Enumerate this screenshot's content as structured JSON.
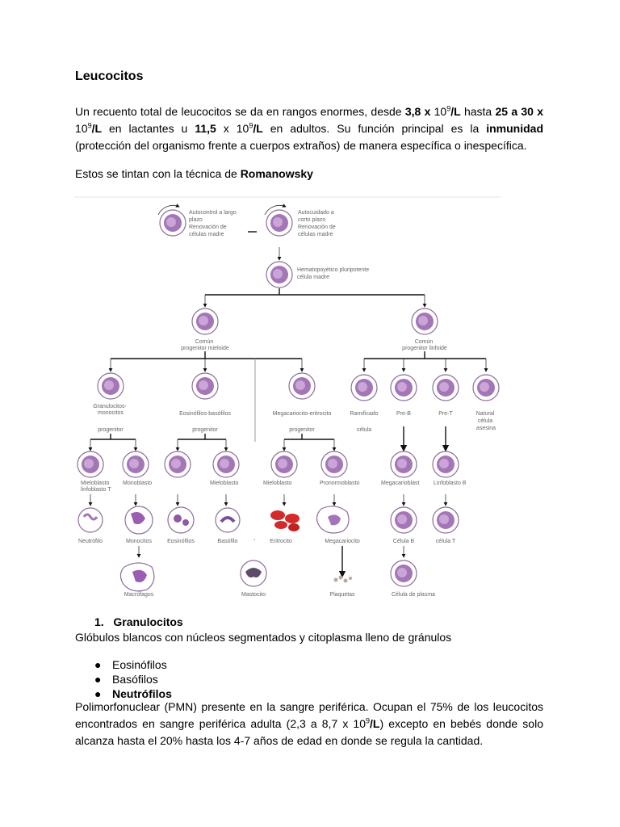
{
  "title": "Leucocitos",
  "intro": {
    "t1": "Un recuento total de leucocitos se da en rangos enormes, desde ",
    "b1": "3,8 x",
    "t2": " 10",
    "sup1": "9",
    "b2": "/L",
    "t3": " hasta ",
    "b3": "25 a 30 x",
    "t4": " 10",
    "sup2": "9",
    "b4": "/L",
    "t5": " en lactantes u ",
    "b5": "11,5",
    "t6": " x 10",
    "sup3": "9",
    "b6": "/L",
    "t7": " en adultos. Su función principal es la ",
    "b7": "inmunidad",
    "t8": " (protección del organismo frente a cuerpos extraños) de manera específica o inespecífica."
  },
  "stain": {
    "t1": "Estos se tintan con la técnica de ",
    "b1": "Romanowsky"
  },
  "diagram": {
    "top_left": [
      "Autocontrol a largo",
      "plazo",
      "Renovación de",
      "células madre"
    ],
    "top_right": [
      "Autocuidado a",
      "corto plazo",
      "Renovación de",
      "células madre"
    ],
    "hsc": [
      "Hematopoyético pluripotente",
      "célula madre"
    ],
    "myeloid": [
      "Común",
      "progenitor mieloide"
    ],
    "lymphoid": [
      "Común",
      "progenitor linfoide"
    ],
    "gm": [
      "Granulocitos-",
      "monocitos"
    ],
    "eb": "Eosinófilos-basófilos",
    "me": "Megacariocito-eritrocito",
    "progenitor": "progenitor",
    "ramificado": "Ramificado",
    "celula": "célula",
    "preb": "Pre-B",
    "pret": "Pre-T",
    "nk": [
      "Natural",
      "célula",
      "asesina"
    ],
    "mielo_lin": [
      "Mieloblasto",
      "linfoblasto T"
    ],
    "monoblasto": "Monoblasto",
    "mieloblasto": "Mieloblasto",
    "mieloblasto2": "Mieloblasto",
    "pronormoblasto": "Pronormoblasto",
    "megacarioblast": "Megacarioblast",
    "linfoblasto_b": "Linfoblasto B",
    "neutrofilo": "Neutrófilo",
    "monocitos": "Monocitos",
    "eosinofilos": "Eosinófilos",
    "basofilo": "Basófilo",
    "eritrocito": "Eritrocito",
    "megacariocito": "Megacariocito",
    "celula_b": "Célula B",
    "celula_t": "célula T",
    "macrofagos": "Macrófagos",
    "mastocito": "Mastocito",
    "plaquetas": "Plaquetas",
    "celula_plasma": "Célula de plasma"
  },
  "section1": {
    "number": "1.",
    "heading": "Granulocitos",
    "desc": "Glóbulos blancos con núcleos segmentados y citoplasma lleno de gránulos"
  },
  "bullets": {
    "mark": "●",
    "items": [
      "Eosinófilos",
      "Basófilos",
      "Neutrófilos"
    ]
  },
  "pmn": {
    "t1": "Polimorfonuclear (PMN) presente en la sangre periférica. Ocupan el 75% de los leucocitos encontrados en sangre periférica adulta (2,3 a 8,7 x 10",
    "sup": "9",
    "b1": "/L",
    "t2": ") excepto en bebés donde solo alcanza hasta el 20% hasta los 4-7 años de edad en donde se regula la cantidad."
  }
}
